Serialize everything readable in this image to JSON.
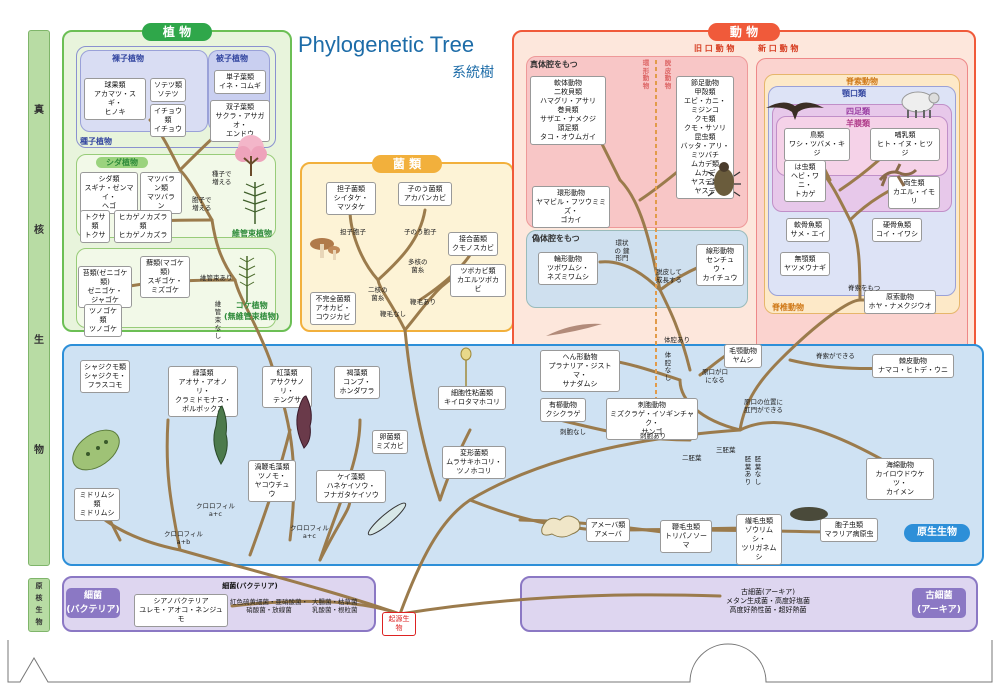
{
  "title": {
    "en": "Phylogenetic Tree",
    "ja": "系統樹"
  },
  "side_labels": {
    "eukaryote": [
      "真",
      "核",
      "生",
      "物"
    ],
    "prokaryote": [
      "原",
      "核",
      "生",
      "物"
    ]
  },
  "colors": {
    "plant": "#2fa74a",
    "fungi": "#f2b03c",
    "animal": "#f05a3a",
    "protist": "#2d8fd8",
    "prokaryote": "#8b78c4",
    "branch": "#9b7b4c"
  },
  "plants": {
    "header": "植 物",
    "gymno_header": "裸子植物",
    "angio_header": "被子植物",
    "seed_plants": "種子植物",
    "fern_header": "シダ植物",
    "vascular": "維管束植物",
    "moss_group": "コケ植物\n(無維管束植物)",
    "boxes": [
      "球果類\nアカマツ・スギ・\nヒノキ",
      "ソテツ類\nソテツ",
      "イチョウ類\nイチョウ",
      "単子葉類\nイネ・コムギ",
      "双子葉類\nサクラ・アサガオ・\nエンドウ",
      "シダ類\nスギナ・ゼンマイ・\nヘゴ",
      "マツバラン類\nマツバラン",
      "トクサ類\nトクサ",
      "ヒカゲノカズラ類\nヒカゲノカズラ",
      "苔類(ゼニゴケ類)\nゼニゴケ・\nジャゴケ",
      "蘚類(マゴケ類)\nスギゴケ・\nミズゴケ",
      "ツノゴケ類\nツノゴケ"
    ],
    "labels": [
      "種子で\n増える",
      "胞子で\n増える",
      "維管束あり",
      "維管束なし"
    ]
  },
  "fungi": {
    "header": "菌 類",
    "boxes": [
      "担子菌類\nシイタケ・\nマツタケ",
      "子のう菌類\nアカパンカビ",
      "接合菌類\nクモノスカビ",
      "ツボカビ類\nカエルツボカビ",
      "不完全菌類\nアオカビ・\nコウジカビ"
    ],
    "labels": [
      "担子胞子",
      "子のう胞子",
      "二核の\n菌糸",
      "多核の\n菌糸",
      "鞭毛あり",
      "鞭毛なし"
    ]
  },
  "animals": {
    "header": "動 物",
    "proto": "旧 口 動 物",
    "deutero": "新 口 動 物",
    "true_coelom": "真体腔をもつ",
    "false_coelom": "偽体腔をもつ",
    "annelid_col": "環形動物",
    "molt_col": "脱皮動物",
    "vertebrate": "脊椎動物",
    "amniote": "羊膜類",
    "tetrapod": "四足類",
    "jaw": "顎口類",
    "chordate": "脊索動物",
    "boxes": [
      "軟体動物\n二枚貝類\nハマグリ・アサリ\n巻貝類\nサザエ・ナメクジ\n頭足類\nタコ・オウムガイ",
      "節足動物\n甲殻類\nエビ・カニ・\nミジンコ\nクモ類\nクモ・サソリ\n昆虫類\nバッタ・アリ・\nミツバチ\nムカデ類\nムカデ\nヤスデ類\nヤスデ",
      "環形動物\nヤマビル・フツウミミズ・\nゴカイ",
      "輪形動物\nツボワムシ・\nネズミワムシ",
      "線形動物\nセンチュウ・\nカイチュウ",
      "ヘん形動物\nプラナリア・ジストマ・\nサナダムシ",
      "毛顎動物\nヤムシ",
      "有櫛動物\nクシクラゲ",
      "刺胞動物\nミズクラゲ・イソギンチャク・\nサンゴ",
      "海綿動物\nカイロウドウケツ・\nカイメン",
      "鳥類\nワシ・ツバメ・キジ",
      "哺乳類\nヒト・イヌ・ヒツジ",
      "は虫類\nヘビ・ワニ・\nトカゲ",
      "両生類\nカエル・イモリ",
      "軟骨魚類\nサメ・エイ",
      "硬骨魚類\nコイ・イワシ",
      "無顎類\nヤツメウナギ",
      "原索動物\nホヤ・ナメクジウオ",
      "棘皮動物\nナマコ・ヒトデ・ウニ"
    ],
    "labels": [
      "環状の\n鍵形門",
      "脱皮して\n成長する",
      "体腔あり",
      "体腔なし",
      "原口が口\nになる",
      "原口の位置に\n肛門ができる",
      "脊索をもつ",
      "脊索ができる",
      "刺胞なし",
      "刺胞あり",
      "胚葉あり",
      "胚葉なし",
      "二胚葉",
      "三胚葉"
    ]
  },
  "protists": {
    "header": "原生生物",
    "boxes": [
      "シャジクモ類\nシャジクモ・\nフラスコモ",
      "緑藻類\nアオサ・アオノリ・\nクラミドモナス・\nボルボックス",
      "紅藻類\nアサクサノリ・\nテングサ",
      "褐藻類\nコンブ・\nホンダワラ",
      "細胞性粘菌類\nキイロタマホコリ",
      "卵菌類\nミズカビ",
      "変形菌類\nムラサキホコリ・\nツノホコリ",
      "渦鞭毛藻類\nツノモ・\nヤコウチュウ",
      "ケイ藻類\nハネケイソウ・\nフナガタケイソウ",
      "ミドリムシ類\nミドリムシ",
      "アメーバ類\nアメーバ",
      "鞭毛虫類\nトリパノソーマ",
      "繊毛虫類\nゾウリムシ・\nツリガネムシ",
      "胞子虫類\nマラリア病原虫"
    ],
    "labels": [
      "クロロフィル\na+b",
      "クロロフィル\na+c",
      "クロロフィル\na+c"
    ]
  },
  "prokaryotes": {
    "bacteria": "細菌\n(バクテリア)",
    "archaea": "古細菌\n(アーキア)",
    "bact_box": "細菌(バクテリア)",
    "cyano": "シアノバクテリア\nユレモ・アオコ・ネンジュモ",
    "bact_list": "紅色硫黄細菌・亜硝酸菌・\n硝酸菌・放線菌",
    "bact_list2": "大腸菌・枯草菌\n乳酸菌・根粒菌",
    "archaea_box": "古細菌(アーキア)\nメタン生成菌・高度好塩菌\n高度好熱性菌・超好熱菌",
    "origin": "起源生物"
  }
}
